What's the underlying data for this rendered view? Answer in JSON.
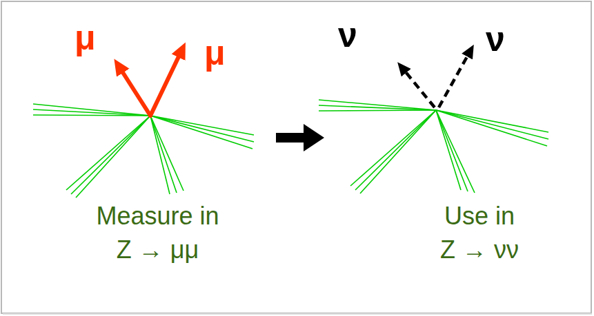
{
  "diagram": {
    "labels": [
      "μ",
      "μ",
      "ν",
      "ν",
      "Measure in Z → μμ",
      "Use in Z → νν"
    ]
  }
}
